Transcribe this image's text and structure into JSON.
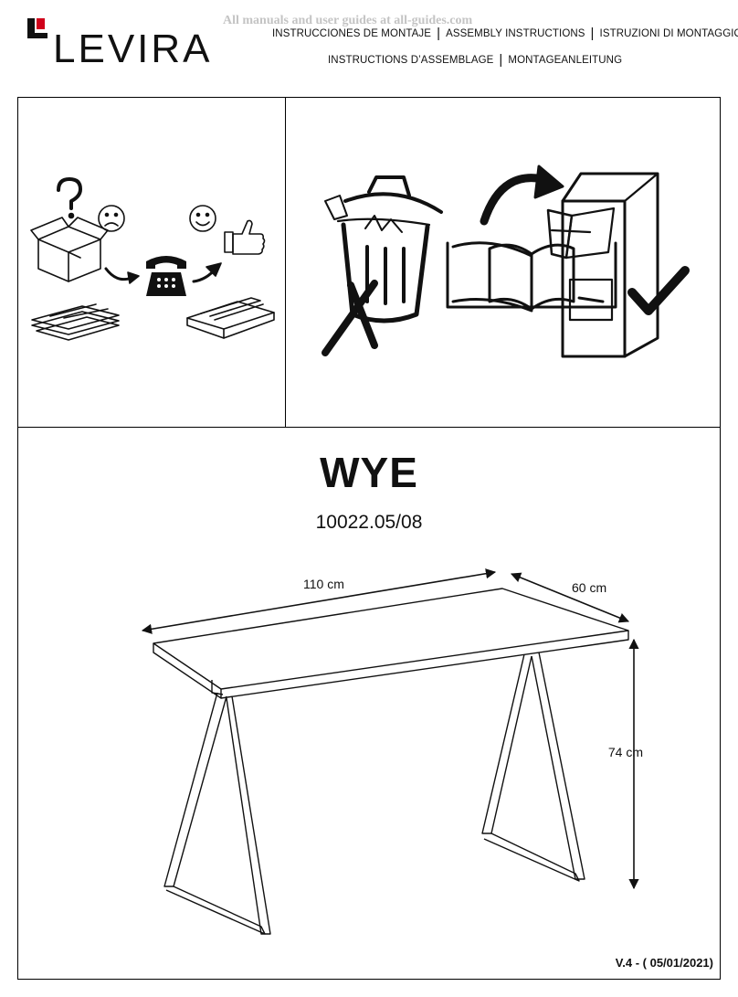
{
  "brand": {
    "name": "LEVIRA",
    "colors": {
      "accent": "#d0021b",
      "ink": "#111111"
    }
  },
  "watermark": "All manuals and user guides at all-guides.com",
  "header": {
    "line1": [
      "INSTRUCCIONES DE MONTAJE",
      "ASSEMBLY INSTRUCTIONS",
      "ISTRUZIONI DI MONTAGGIO"
    ],
    "line2": [
      "INSTRUCTIONS D’ASSEMBLAGE",
      "MONTAGEANLEITUNG"
    ],
    "separator": "|"
  },
  "panels": {
    "left": {
      "icons": [
        "question-mark-icon",
        "open-box-icon",
        "sad-face-icon",
        "flat-panels-icon",
        "arrow-icon",
        "telephone-icon",
        "happy-face-icon",
        "thumbs-up-icon",
        "packed-parts-icon"
      ]
    },
    "right": {
      "icons": [
        "trash-can-icon",
        "cross-mark-icon",
        "open-book-icon",
        "curved-arrow-icon",
        "filing-cabinet-icon",
        "check-mark-icon"
      ]
    }
  },
  "product": {
    "name": "WYE",
    "code": "10022.05/08"
  },
  "dimensions": {
    "width": "110 cm",
    "depth": "60 cm",
    "height": "74 cm"
  },
  "version": "V.4 - ( 05/01/2021)"
}
